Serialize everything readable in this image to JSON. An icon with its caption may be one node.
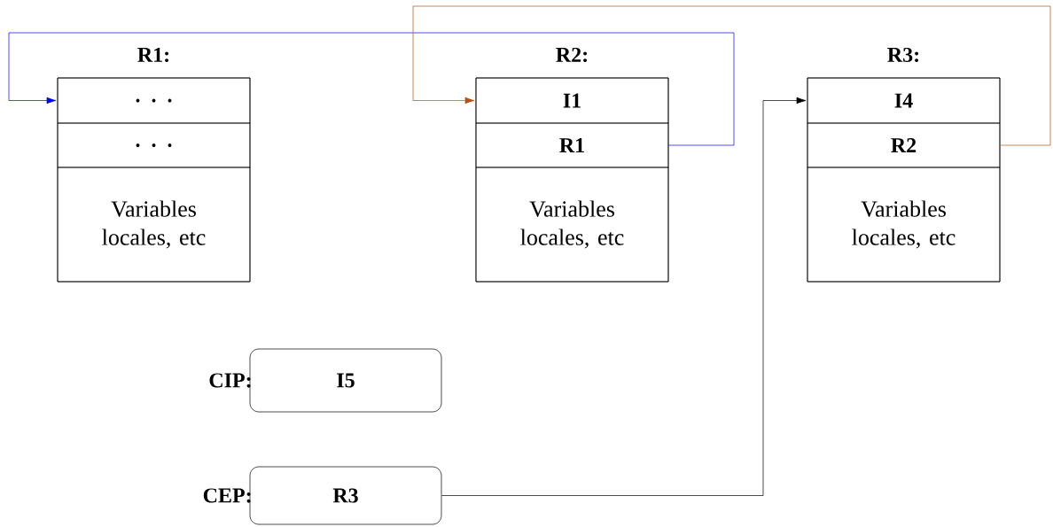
{
  "diagram": {
    "nodes": [
      {
        "text": [
          "R1:"
        ]
      },
      {
        "text": [
          ". . ."
        ],
        "in": 0
      },
      {
        "text": [
          ". . ."
        ],
        "in": 0
      },
      {
        "text": [
          "Variables locales, etc"
        ],
        "in": 0
      },
      {
        "text": [
          "R2:"
        ]
      },
      {
        "text": [
          "I1"
        ],
        "in": 4
      },
      {
        "text": [
          "R1"
        ],
        "in": 4
      },
      {
        "text": [
          "Variables locales, etc"
        ],
        "in": 4
      },
      {
        "text": [
          "R3:"
        ]
      },
      {
        "text": [
          "I4"
        ],
        "in": 8
      },
      {
        "text": [
          "R2"
        ],
        "in": 8
      },
      {
        "text": [
          "Variables locales, etc"
        ],
        "in": 8
      },
      {
        "text": [
          "CIP:",
          "I5"
        ]
      },
      {
        "text": [
          "CEP:",
          "R3"
        ]
      }
    ],
    "edges": [
      {
        "from": 6,
        "to": 1,
        "arrow": "to",
        "color": "#0000ff"
      },
      {
        "from": 10,
        "to": 5,
        "arrow": "to",
        "color": "#b5500f"
      },
      {
        "from": 13,
        "to": 9,
        "arrow": "to",
        "color": "#000000"
      }
    ]
  }
}
